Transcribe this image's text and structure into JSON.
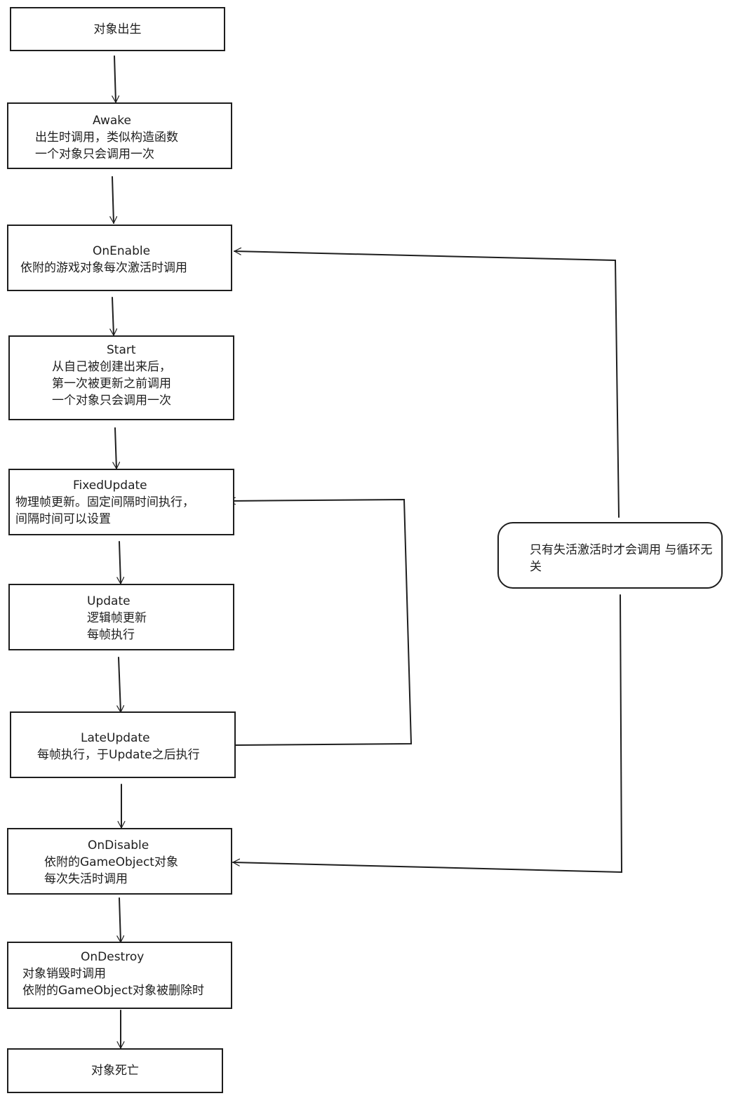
{
  "nodes": {
    "birth": {
      "title": "对象出生"
    },
    "awake": {
      "title": "Awake",
      "lines": [
        "出生时调用，类似构造函数",
        "一个对象只会调用一次"
      ]
    },
    "onenable": {
      "title": "OnEnable",
      "lines": [
        "依附的游戏对象每次激活时调用"
      ]
    },
    "start": {
      "title": "Start",
      "lines": [
        "从自己被创建出来后，",
        "第一次被更新之前调用",
        "一个对象只会调用一次"
      ]
    },
    "fixedupdate": {
      "title": "FixedUpdate",
      "lines": [
        "物理帧更新。固定间隔时间执行，",
        "间隔时间可以设置"
      ]
    },
    "update": {
      "title": "Update",
      "lines": [
        "逻辑帧更新",
        "每帧执行"
      ]
    },
    "lateupdate": {
      "title": "LateUpdate",
      "lines": [
        "每帧执行，于Update之后执行"
      ]
    },
    "ondisable": {
      "title": "OnDisable",
      "lines": [
        "依附的GameObject对象",
        "每次失活时调用"
      ]
    },
    "ondestroy": {
      "title": "OnDestroy",
      "lines": [
        "对象销毁时调用",
        "依附的GameObject对象被删除时"
      ]
    },
    "death": {
      "title": "对象死亡"
    }
  },
  "note": {
    "lines": [
      "只有失活激活时才会调用",
      "与循环无关"
    ]
  },
  "colors": {
    "stroke": "#1e1e1e",
    "background": "#ffffff"
  }
}
